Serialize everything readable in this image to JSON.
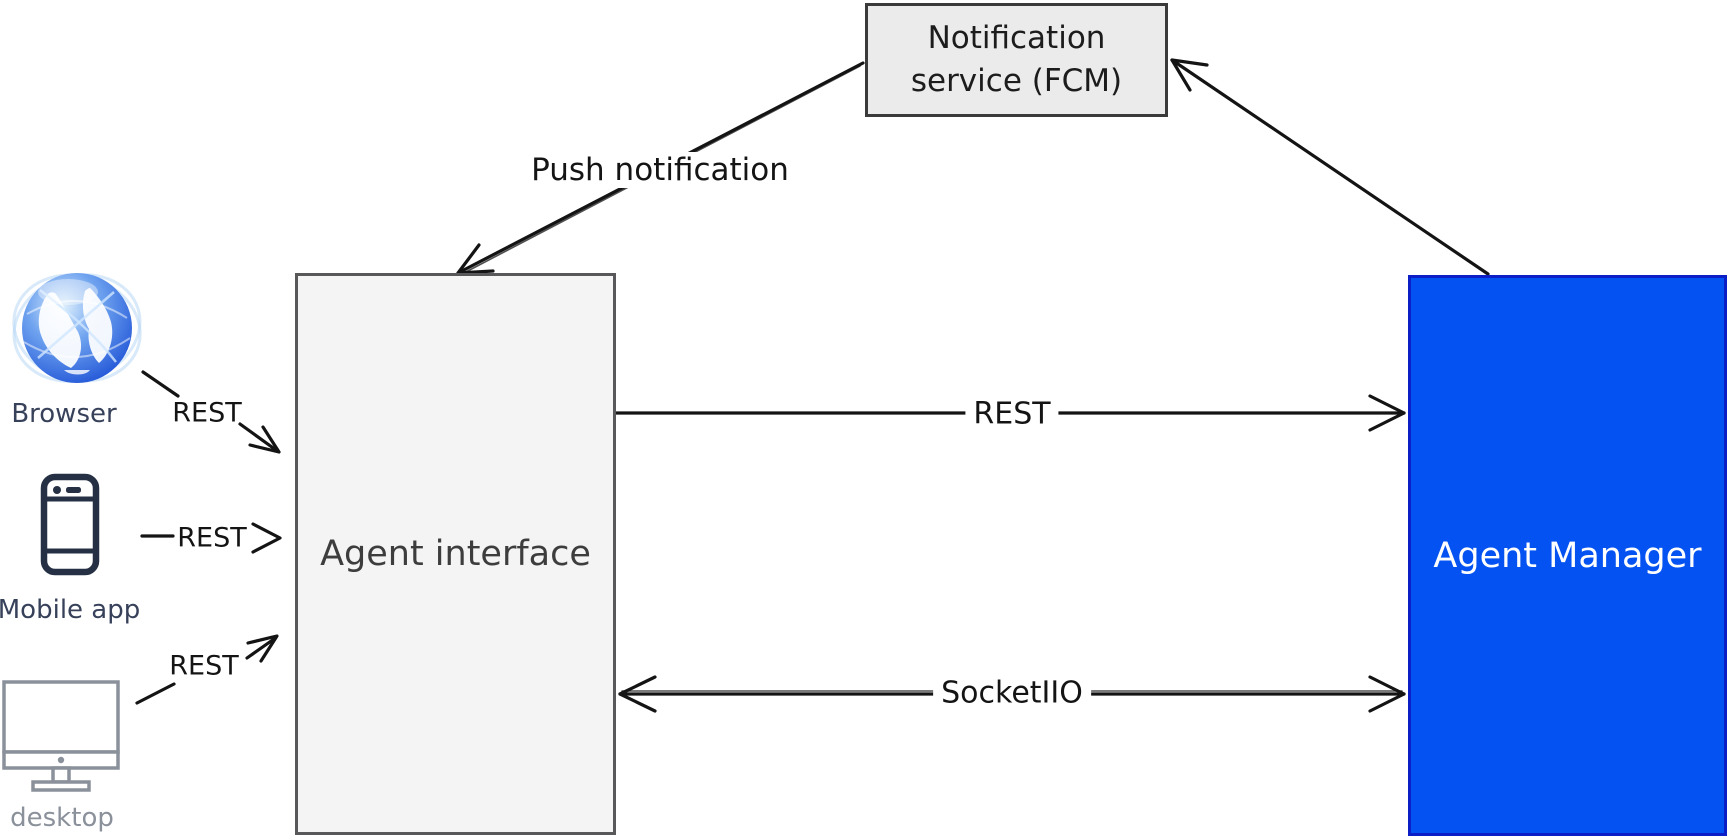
{
  "diagram": {
    "title_hint": "client / agent interface / agent manager architecture",
    "nodes": {
      "notification_service": {
        "lines": [
          "Notification",
          "service (FCM)"
        ]
      },
      "agent_interface": {
        "label": "Agent interface"
      },
      "agent_manager": {
        "label": "Agent Manager"
      }
    },
    "clients": [
      {
        "id": "browser",
        "label": "Browser",
        "icon": "globe-icon"
      },
      {
        "id": "mobile",
        "label": "Mobile app",
        "icon": "smartphone-icon"
      },
      {
        "id": "desktop",
        "label": "desktop",
        "icon": "monitor-icon"
      }
    ],
    "edges": {
      "push": {
        "label": "Push notification",
        "from": "notification_service",
        "to": "agent_interface"
      },
      "mgr_to_fcm": {
        "label": "",
        "from": "agent_manager",
        "to": "notification_service"
      },
      "rest_main": {
        "label": "REST",
        "from": "agent_interface",
        "to": "agent_manager"
      },
      "socket": {
        "label": "SocketIIO",
        "from": "agent_manager",
        "to": "agent_interface",
        "bidirectional": true
      },
      "rest_browser": {
        "label": "REST",
        "from": "browser",
        "to": "agent_interface"
      },
      "rest_mobile": {
        "label": "REST",
        "from": "mobile",
        "to": "agent_interface"
      },
      "rest_desktop": {
        "label": "REST",
        "from": "desktop",
        "to": "agent_interface"
      }
    },
    "colors": {
      "manager_fill": "#0452f1",
      "manager_border": "#0c1fc6",
      "manager_text": "#ffffff",
      "interface_fill": "#f4f4f4",
      "interface_border": "#58585a",
      "fcm_fill": "#ebebeb",
      "fcm_border": "#3a3a3a",
      "connector_stroke": "#141414",
      "phone_icon": "#263044",
      "monitor_icon": "#8b919b",
      "client_label": "#37415a",
      "desktop_label": "#8b919b"
    }
  }
}
